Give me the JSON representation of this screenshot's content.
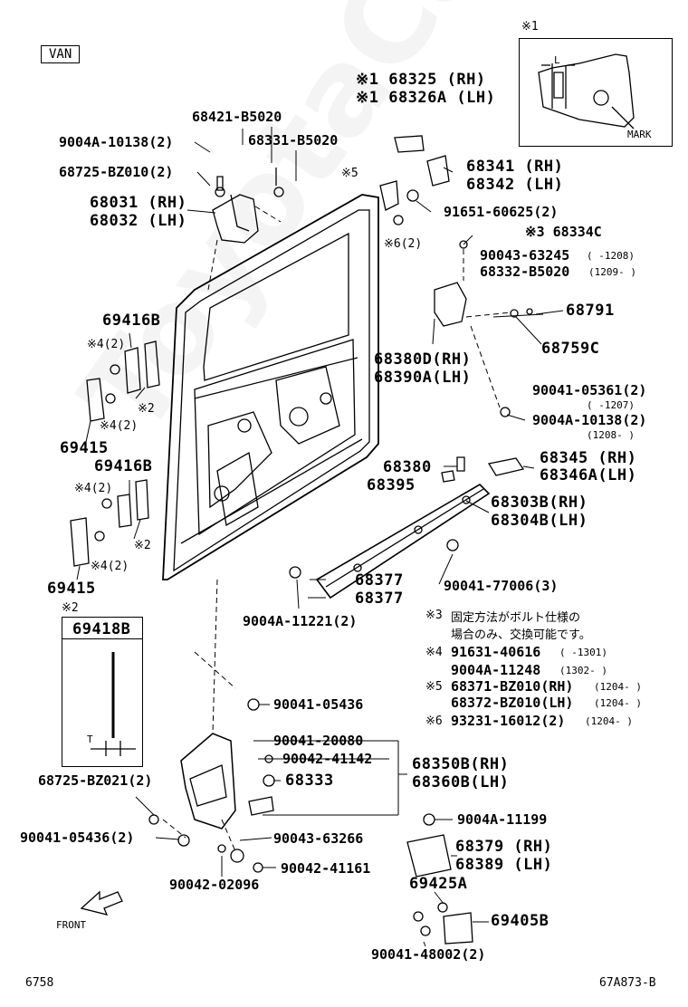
{
  "header": {
    "badge": "VAN"
  },
  "inset": {
    "mark": "※1",
    "dim": "L",
    "callout": "MARK"
  },
  "inset2": {
    "mark": "※2",
    "part": "69418B",
    "dim": "T"
  },
  "labels": {
    "p68325": "※1 68325 (RH)",
    "p68326a": "※1 68326A (LH)",
    "p68421": "68421-B5020",
    "p68331": "68331-B5020",
    "p9004a10138a": "9004A-10138(2)",
    "p68725bz010": "68725-BZ010(2)",
    "p68031": "68031 (RH)",
    "p68032": "68032 (LH)",
    "p68341": "68341 (RH)",
    "p68342": "68342 (LH)",
    "n5a": "※5",
    "p91651": "91651-60625(2)",
    "n62": "※6(2)",
    "p68334c": "※3 68334C",
    "p90043_63245": "90043-63245",
    "p90043_63245_d": "(      -1208)",
    "p68332": "68332-B5020",
    "p68332_d": "(1209-     )",
    "p68791": "68791",
    "p68759c": "68759C",
    "p69416b_a": "69416B",
    "n4a": "※4(2)",
    "n2a": "※2",
    "n4b": "※4(2)",
    "p69415_a": "69415",
    "p68380d": "68380D(RH)",
    "p68390a": "68390A(LH)",
    "p90041_05361": "90041-05361(2)",
    "p90041_05361_d": "(      -1207)",
    "p9004a10138b": "9004A-10138(2)",
    "p9004a10138b_d": "(1208-     )",
    "p69416b_b": "69416B",
    "n4c": "※4(2)",
    "n2b": "※2",
    "n4d": "※4(2)",
    "p69415_b": "69415",
    "p68380": "68380",
    "p68395": "68395",
    "p68345": "68345 (RH)",
    "p68346a": "68346A(LH)",
    "p68303b": "68303B(RH)",
    "p68304b": "68304B(LH)",
    "p68377a": "68377",
    "p68377b": "68377",
    "p90041_77006": "90041-77006(3)",
    "p9004a11221": "9004A-11221(2)",
    "p90041_05436": "90041-05436",
    "p90041_20080": "90041-20080",
    "p90042_41142": "90042-41142",
    "p68333": "68333",
    "p68350b": "68350B(RH)",
    "p68360b": "68360B(LH)",
    "p68725bz021": "68725-BZ021(2)",
    "p90041_05436b": "90041-05436(2)",
    "p90043_63266": "90043-63266",
    "p90042_41161": "90042-41161",
    "p90042_02096": "90042-02096",
    "p9004a11199": "9004A-11199",
    "p68379": "68379 (RH)",
    "p68389": "68389 (LH)",
    "p69425a": "69425A",
    "p69405b": "69405B",
    "p90041_48002": "90041-48002(2)",
    "front": "FRONT"
  },
  "notes": {
    "n3_mark": "※3",
    "n3_line1": "固定方法がボルト仕様の",
    "n3_line2": "場合のみ、交換可能です。",
    "n4_mark": "※4",
    "n4_p1": "91631-40616",
    "n4_p1_d": "(      -1301)",
    "n4_p2": "9004A-11248",
    "n4_p2_d": "(1302-     )",
    "n5_mark": "※5",
    "n5_p1": "68371-BZ010(RH)",
    "n5_p1_d": "(1204-     )",
    "n5_p2": "68372-BZ010(LH)",
    "n5_p2_d": "(1204-     )",
    "n6_mark": "※6",
    "n6_p1": "93231-16012(2)",
    "n6_p1_d": "(1204-     )"
  },
  "footer": {
    "left": "6758",
    "right": "67A873-B"
  },
  "watermark": "ToyotaCarMan.ru"
}
